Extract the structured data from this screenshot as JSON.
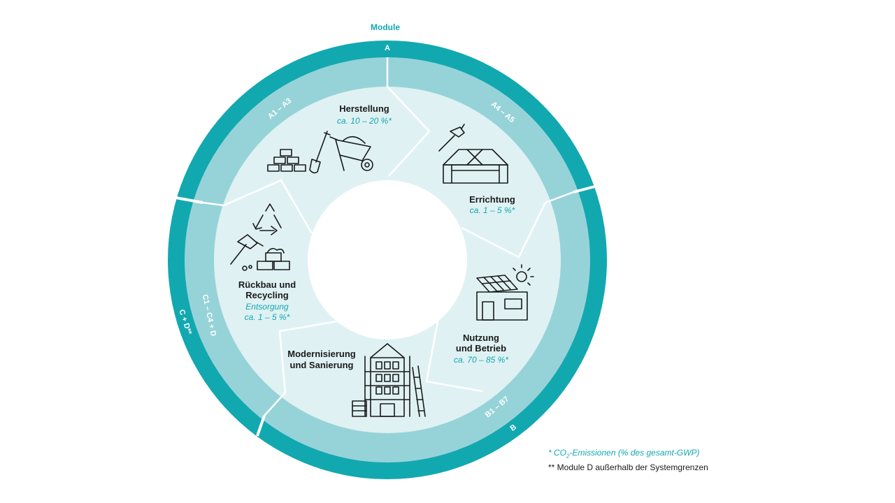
{
  "colors": {
    "outer_ring": "#12a8b0",
    "middle_ring": "#96d3d8",
    "inner_ring": "#dff1f3",
    "accent_text": "#12a8b0",
    "dark_text": "#1a1a1a"
  },
  "heading": "Module",
  "outer_labels": {
    "a": "A",
    "b": "B",
    "cd": "C + D**"
  },
  "middle_labels": {
    "a1_a3": "A1 – A3",
    "a4_a5": "A4 – A5",
    "b1_b7": "B1 – B7",
    "c1_c4_d": "C1 – C4 + D"
  },
  "stages": {
    "herstellung": {
      "title": "Herstellung",
      "share": "ca. 10 – 20 %*",
      "icon": "bricks-shovel-wheelbarrow-icon"
    },
    "errichtung": {
      "title": "Errichtung",
      "share": "ca. 1 – 5 %*",
      "icon": "hammer-roof-frame-icon"
    },
    "nutzung": {
      "title_line1": "Nutzung",
      "title_line2": "und Betrieb",
      "share": "ca. 70 – 85 %*",
      "icon": "solar-house-icon"
    },
    "modernisierung": {
      "title_line1": "Modernisierung",
      "title_line2": "und Sanierung",
      "icon": "scaffold-building-icon"
    },
    "rueckbau": {
      "title_line1": "Rückbau und",
      "title_line2": "Recycling",
      "sub": "Entsorgung",
      "share": "ca. 1 – 5 %*",
      "icon": "recycle-hammer-bricks-icon"
    }
  },
  "legend": {
    "line1_prefix": "* CO",
    "line1_subscript": "2",
    "line1_suffix": "-Emissionen (% des gesamt-GWP)",
    "line2": "** Module D außerhalb der Systemgrenzen"
  }
}
